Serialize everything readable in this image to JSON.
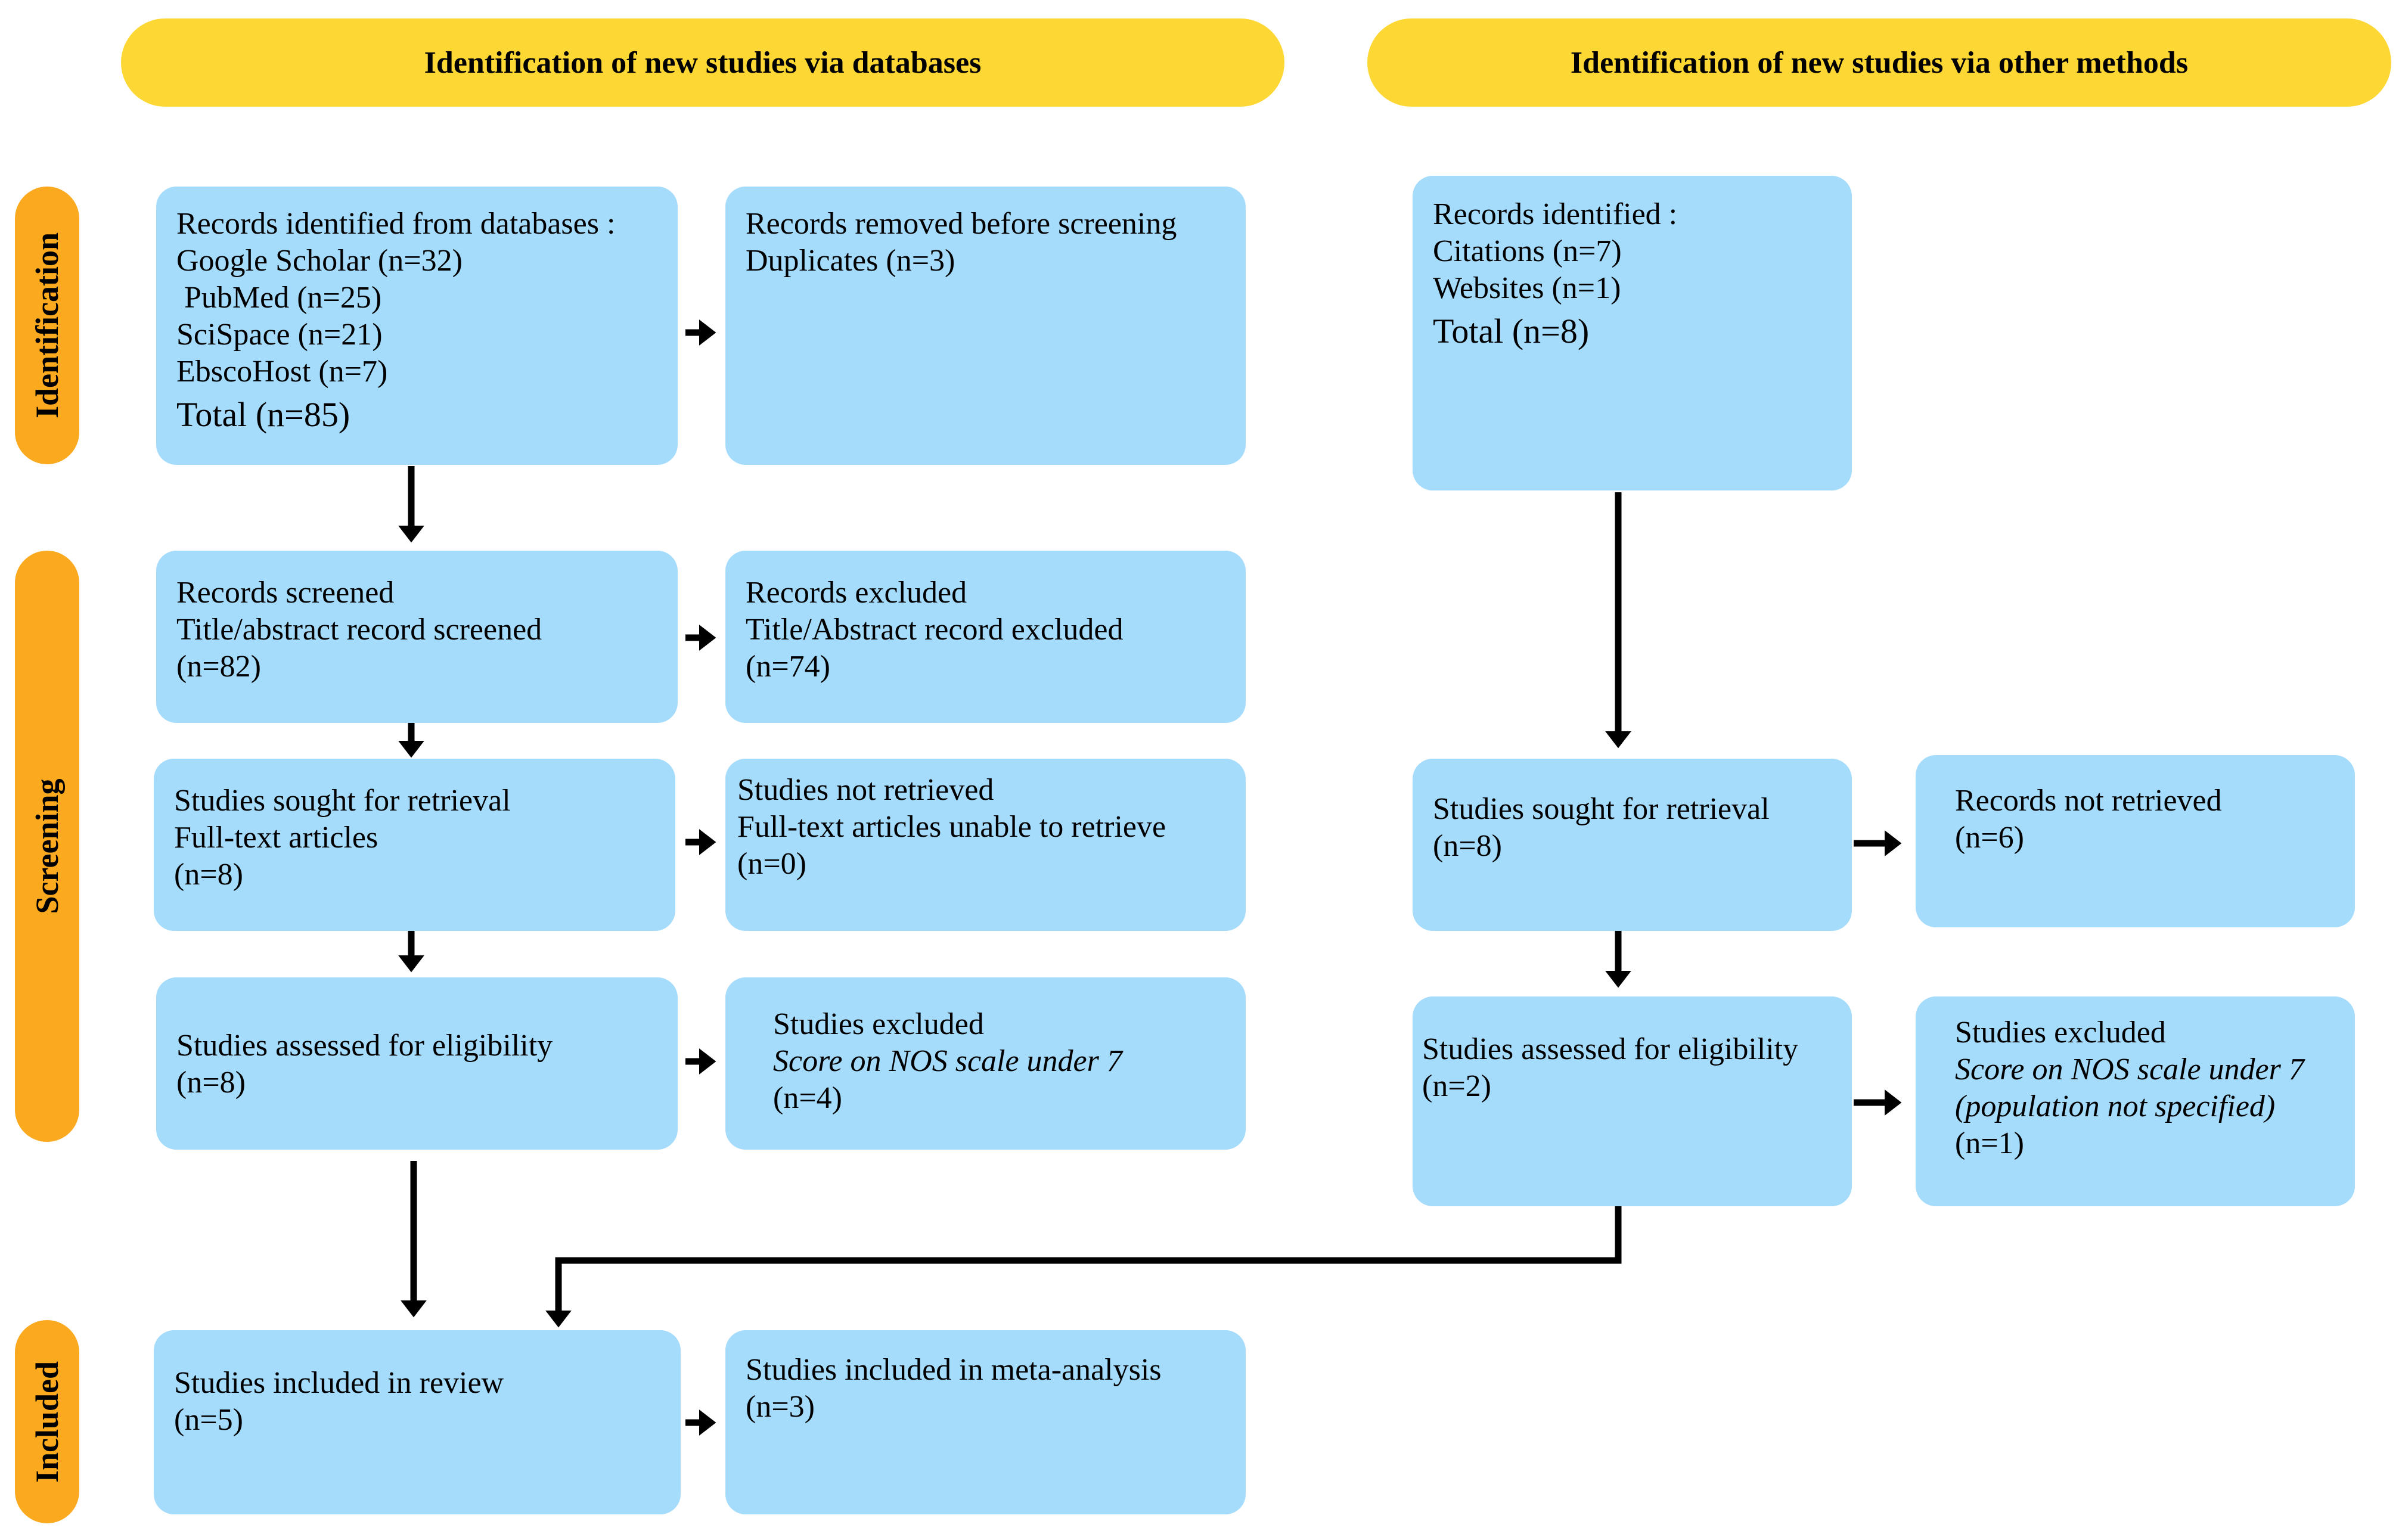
{
  "headers": {
    "databases": "Identification of new studies via databases",
    "other_methods": "Identification of new studies via other methods"
  },
  "phases": {
    "identification": "Identification",
    "screening": "Screening",
    "included": "Included"
  },
  "db": {
    "records_identified": {
      "lines": [
        "Records identified from databases :",
        "Google Scholar (n=32)",
        " PubMed (n=25)",
        "SciSpace (n=21)",
        "EbscoHost (n=7)"
      ],
      "total": "Total (n=85)"
    },
    "records_removed": {
      "lines": [
        "Records removed before screening",
        "Duplicates (n=3)"
      ]
    },
    "records_screened": {
      "lines": [
        "Records screened",
        "Title/abstract record screened",
        "(n=82)"
      ]
    },
    "records_excluded": {
      "lines": [
        "Records excluded",
        "Title/Abstract record excluded",
        "(n=74)"
      ]
    },
    "sought_retrieval": {
      "lines": [
        "Studies sought for retrieval",
        "Full-text articles",
        "(n=8)"
      ]
    },
    "not_retrieved": {
      "lines": [
        "Studies not retrieved",
        "Full-text articles unable to retrieve",
        "(n=0)"
      ]
    },
    "assessed_eligibility": {
      "lines": [
        "Studies assessed for eligibility",
        "(n=8)"
      ]
    },
    "studies_excluded": {
      "title": "Studies excluded",
      "reason": "Score on NOS scale under 7",
      "count": "(n=4)"
    },
    "included_review": {
      "lines": [
        "Studies included in review",
        "(n=5)"
      ]
    },
    "included_meta": {
      "lines": [
        "Studies included in meta-analysis",
        "(n=3)"
      ]
    }
  },
  "other": {
    "records_identified": {
      "lines": [
        "Records identified :",
        "Citations (n=7)",
        "Websites (n=1)"
      ],
      "total": "Total (n=8)"
    },
    "sought_retrieval": {
      "lines": [
        "Studies sought for retrieval",
        "(n=8)"
      ]
    },
    "not_retrieved": {
      "lines": [
        "Records not retrieved",
        "(n=6)"
      ]
    },
    "assessed_eligibility": {
      "lines": [
        "Studies assessed for eligibility",
        "(n=2)"
      ]
    },
    "studies_excluded": {
      "title": "Studies excluded",
      "reason1": "Score on NOS scale under 7",
      "reason2": "(population not specified)",
      "count": "(n=1)"
    }
  }
}
